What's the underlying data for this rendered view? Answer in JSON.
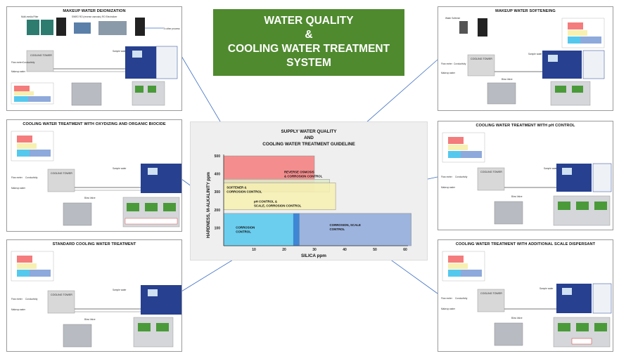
{
  "banner": {
    "line1": "WATER QUALITY",
    "line2": "&",
    "line3": "COOLING WATER TREATMENT",
    "line4": "SYSTEM"
  },
  "colors": {
    "banner": "#4f8a2e",
    "ro": "#f47c7c",
    "softener": "#dbe8c9",
    "ph": "#f7f0b0",
    "corrosion": "#55c8ee",
    "scale": "#8ea9db",
    "connector": "#3d6fc4",
    "controller": "#27408f"
  },
  "panels": {
    "deionization": {
      "title": "MAKEUP WATER DEIONIZATION",
      "labels": {
        "filter": "Multi-media Filter",
        "ro": "SWRO RO (reverse osmosis)",
        "edi": "RO Electrolizer",
        "tower": "COOLING TOWER",
        "flow": "Flow meter",
        "conductivity": "Conductivity",
        "makeup": "Makeup water",
        "sample": "Sample water",
        "other": "To other process"
      }
    },
    "softening": {
      "title": "MAKEUP WATER SOFTENEING",
      "labels": {
        "softener": "Water Softener",
        "tower": "COOLING TOWER",
        "flow": "Flow meter",
        "conductivity": "Conductivity",
        "makeup": "Makeup water",
        "sample": "Sample water",
        "blow": "Blow Valve"
      }
    },
    "oxidizing": {
      "title": "COOLING WATER TREATMENT WITH OXYDIZING AND ORGANIC BIOCIDE",
      "labels": {
        "tower": "COOLING TOWER",
        "flow": "Flow meter",
        "conductivity": "Conductivity",
        "makeup": "Makeup water",
        "sample": "Sample water",
        "blow": "Blow Valve"
      }
    },
    "phcontrol": {
      "title": "COOLING WATER TREATMENT WITH pH CONTROL",
      "labels": {
        "tower": "COOLING TOWER",
        "flow": "Flow meter",
        "conductivity": "Conductivity",
        "makeup": "Makeup water",
        "sample": "Sample water",
        "blow": "Blow Valve"
      }
    },
    "standard": {
      "title": "STANDARD COOLING WATER TREATMENT",
      "labels": {
        "tower": "COOLING TOWER",
        "flow": "Flow meter",
        "conductivity": "Conductivity",
        "makeup": "Makeup water",
        "sample": "Sample water",
        "blow": "Blow Valve"
      }
    },
    "dispersant": {
      "title": "COOLING WATER TREATMENT WITH ADDITIONAL SCALE DISPERSANT",
      "labels": {
        "tower": "COOLING TOWER",
        "flow": "Flow meter",
        "conductivity": "Conductivity",
        "makeup": "Makeup water",
        "sample": "Sample water",
        "blow": "Blow Valve"
      }
    }
  },
  "chart_data": {
    "type": "area",
    "title": "SUPPLY WATER QUALITY",
    "subtitle1": "AND",
    "subtitle2": "COOLING WATER TREATMENT GUIDELINE",
    "xlabel": "SILICA   ppm",
    "ylabel": "HARDNESS,  M-ALKALINITY   ppm",
    "xlim": [
      0,
      60
    ],
    "ylim": [
      0,
      500
    ],
    "xticks": [
      "10",
      "20",
      "30",
      "40",
      "50",
      "60"
    ],
    "yticks": [
      "100",
      "200",
      "300",
      "400",
      "500"
    ],
    "grid": false,
    "regions": [
      {
        "line1": "REVERSE OSMOSIS",
        "line2": "& CORROSION CONTROL",
        "x": [
          0,
          30
        ],
        "y": [
          300,
          500
        ],
        "color": "#f47c7c"
      },
      {
        "line1": "SOFTENER &",
        "line2": "CORROSION    CONTROL",
        "x": [
          0,
          35
        ],
        "y": [
          300,
          370
        ],
        "color": "#dbe8c9"
      },
      {
        "line1": "pH CONTROL &",
        "line2": "SCALE, CORROSION CONTROL",
        "x": [
          0,
          37
        ],
        "y": [
          200,
          350
        ],
        "color": "#f7f0b0"
      },
      {
        "line1": "CORROSION",
        "line2": "CONTROL",
        "x": [
          0,
          25
        ],
        "y": [
          0,
          180
        ],
        "color": "#55c8ee"
      },
      {
        "line1": "CORROSION, SCALE",
        "line2": "CONTROL",
        "x": [
          25,
          62
        ],
        "y": [
          0,
          180
        ],
        "color": "#8ea9db"
      }
    ]
  }
}
